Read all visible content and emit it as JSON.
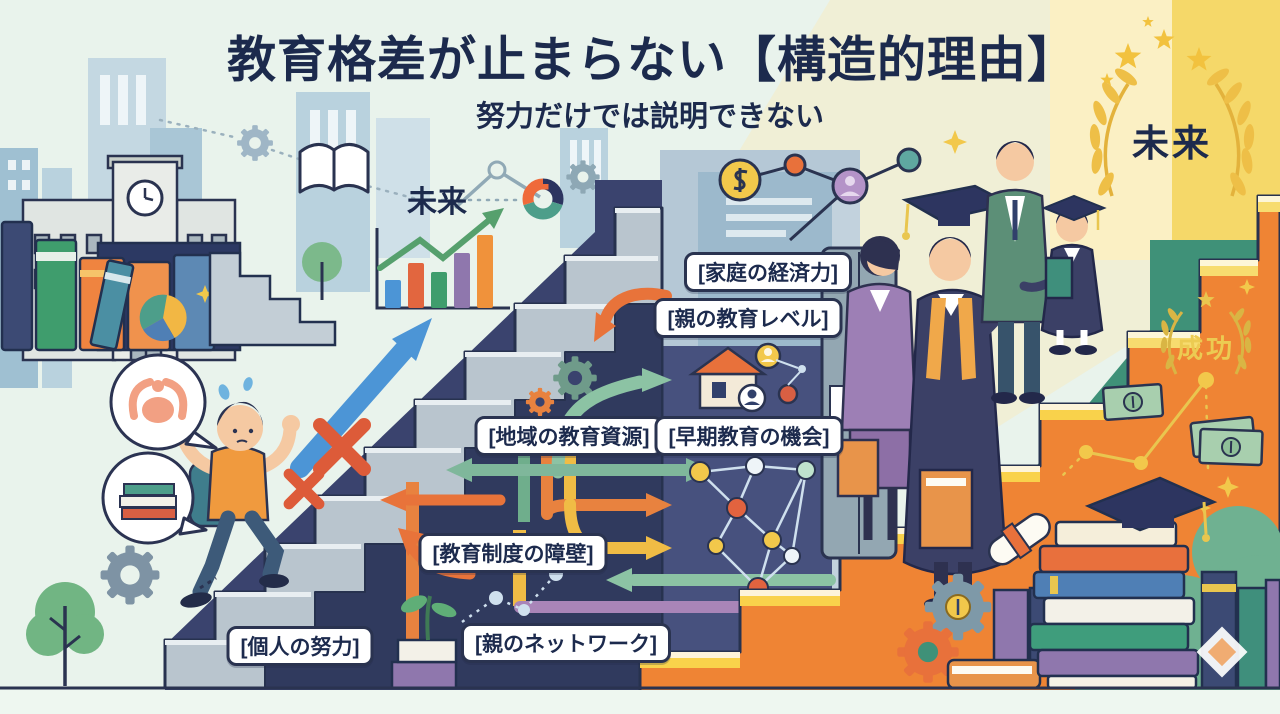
{
  "title": "教育格差が止まらない【構造的理由】",
  "subtitle": "努力だけでは説明できない",
  "captions": {
    "future_small": "未来",
    "future_big": "未来",
    "success_badge": "成功"
  },
  "factor_labels": {
    "family_economy": "[家庭の経済力]",
    "parent_education_level": "[親の教育レベル]",
    "regional_education_resources": "[地域の教育資源]",
    "early_education_opportunity": "[早期教育の機会]",
    "education_system_barrier": "[教育制度の障壁]",
    "parent_network": "[親のネットワーク]",
    "personal_effort": "[個人の努力]"
  },
  "colors": {
    "title_navy": "#1c2a4d",
    "wall_navy": "#3a436e",
    "stair_gray": "#b9c5ce",
    "stair_orange": "#ef8434",
    "stair_yellow": "#f9d24b",
    "green_zone": "#3f9178",
    "gold": "#e9c64f",
    "arrow_green": "#8cc3a4",
    "arrow_orange": "#e8733a",
    "arrow_yellow": "#f0bc45",
    "arrow_purple": "#a985b8",
    "arrow_blue": "#4c95d6",
    "label_bg": "#ffffff"
  },
  "icons": [
    "city-skyline",
    "school-building",
    "clock-icon",
    "book-spines",
    "pie-chart-icon",
    "sparkle-icon",
    "bar-chart-icon",
    "trend-arrow-icon",
    "donut-chart-icon",
    "gear-icon",
    "open-book-icon",
    "network-nodes-icon",
    "muscle-speech-bubble-icon",
    "books-speech-bubble-icon",
    "backpack-icon",
    "sweat-drops-icon",
    "red-x-icon",
    "blue-up-arrow-icon",
    "dollar-coin-icon",
    "person-node-icon",
    "graduation-cap-icon",
    "house-family-icon",
    "network-graph-icon",
    "door-icon",
    "laurel-wreath-icon",
    "star-icon",
    "money-bill-icon",
    "constellation-icon",
    "diploma-scroll-icon",
    "book-stack-icon",
    "plant-sprout-icon",
    "tree-icon"
  ]
}
